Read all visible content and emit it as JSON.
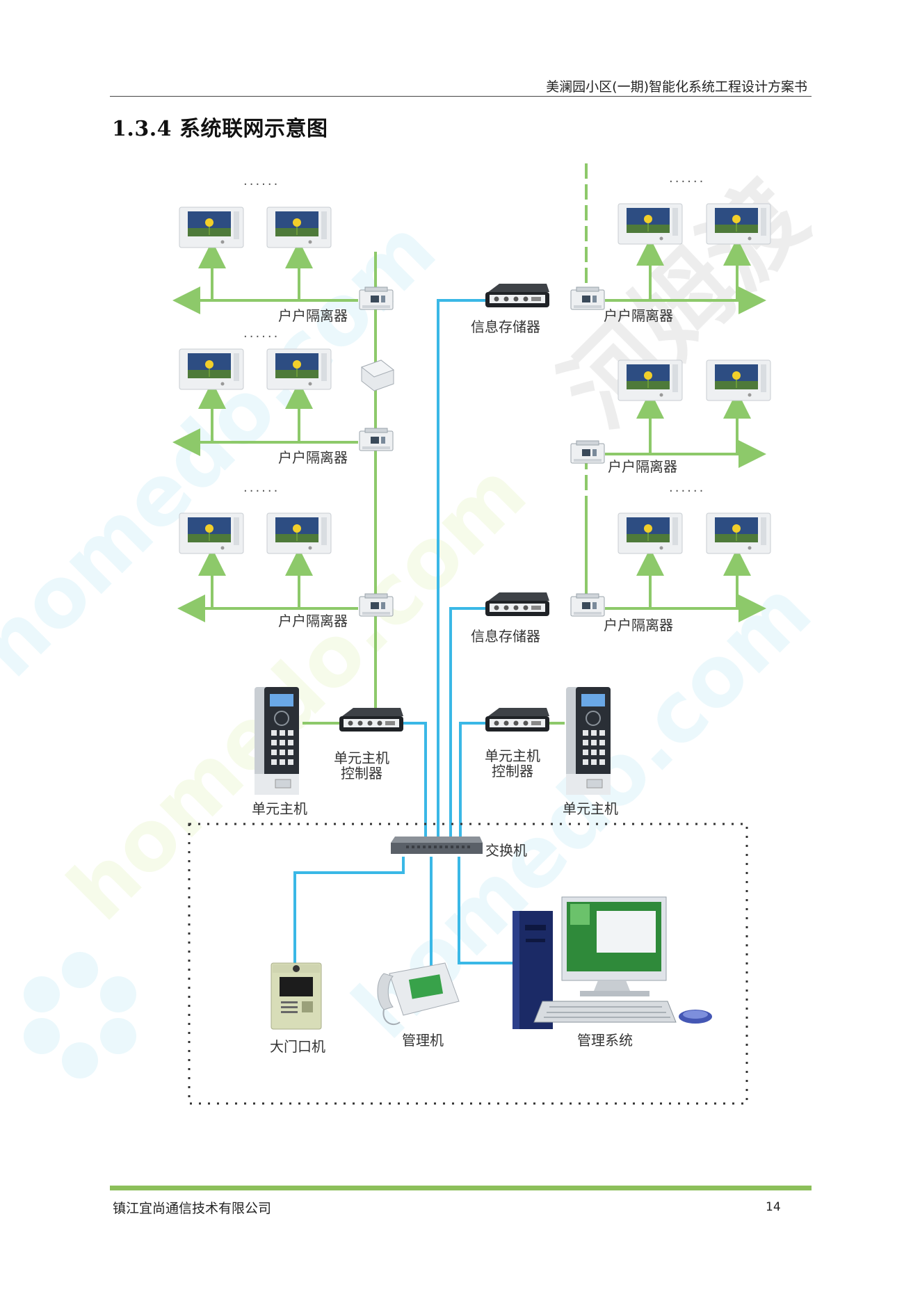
{
  "header": {
    "doc_title": "美澜园小区(一期)智能化系统工程设计方案书"
  },
  "section": {
    "number": "1.3.4",
    "title": "系统联网示意图"
  },
  "colors": {
    "green_line": "#8dc96a",
    "blue_line": "#3ab8e6",
    "footer_rule": "#8cbf5a"
  },
  "diagram": {
    "isolator_label": "户户隔离器",
    "storage_label": "信息存储器",
    "controller_label_line1": "单元主机",
    "controller_label_line2": "控制器",
    "unit_host_label": "单元主机",
    "switch_label": "交换机",
    "gate_label": "大门口机",
    "manager_label": "管理机",
    "system_label": "管理系统",
    "ellipsis": "......",
    "watermark_domain": "homedo.com",
    "watermark_cn": "河姆渡"
  },
  "footer": {
    "company": "镇江宜尚通信技术有限公司",
    "page_number": "14"
  }
}
